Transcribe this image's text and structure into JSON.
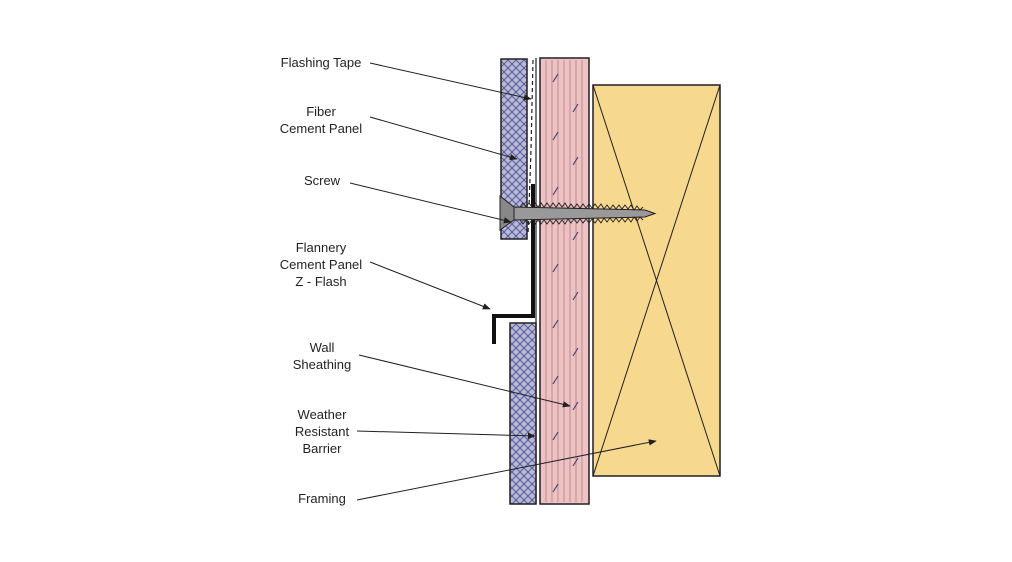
{
  "colors": {
    "panel_fill": "#b6b8d8",
    "panel_hatch": "#4a4c8a",
    "sheathing_fill": "#ecc2c3",
    "sheathing_line": "#b47a80",
    "framing_fill": "#f6d88e",
    "outline": "#231f20",
    "screw": "#888888"
  },
  "labels": {
    "flashing_tape": [
      "Flashing Tape"
    ],
    "fiber_cement_panel": [
      "Fiber",
      "Cement Panel"
    ],
    "screw": [
      "Screw"
    ],
    "z_flash": [
      "Flannery",
      "Cement Panel",
      "Z - Flash"
    ],
    "wall_sheathing": [
      "Wall",
      "Sheathing"
    ],
    "weather_barrier": [
      "Weather",
      "Resistant",
      "Barrier"
    ],
    "framing": [
      "Framing"
    ]
  }
}
